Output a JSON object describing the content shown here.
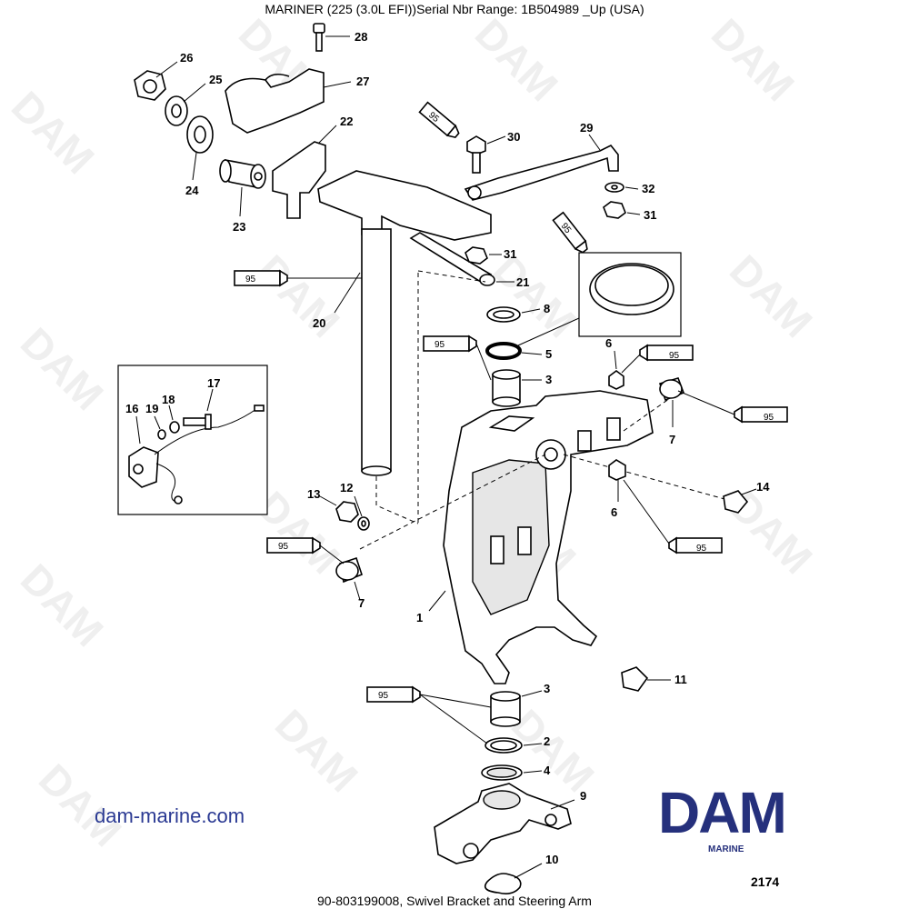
{
  "title": "MARINER (225 (3.0L EFI))Serial Nbr Range: 1B504989 _Up (USA)",
  "caption": "90-803199008, Swivel Bracket and Steering Arm",
  "website": "dam-marine.com",
  "figure_number": "2174",
  "logo": {
    "word": "DAM",
    "subtitle": "MARINE",
    "color": "#25307c"
  },
  "watermark": "DAM",
  "tube_label": "95",
  "callouts": {
    "c1": "1",
    "c2": "2",
    "c3a": "3",
    "c3b": "3",
    "c4": "4",
    "c5": "5",
    "c6a": "6",
    "c6b": "6",
    "c7a": "7",
    "c7b": "7",
    "c8": "8",
    "c9": "9",
    "c10": "10",
    "c11": "11",
    "c12": "12",
    "c13": "13",
    "c14": "14",
    "c16": "16",
    "c17": "17",
    "c18": "18",
    "c19": "19",
    "c20": "20",
    "c21": "21",
    "c22": "22",
    "c23": "23",
    "c24": "24",
    "c25": "25",
    "c26": "26",
    "c27": "27",
    "c28": "28",
    "c29": "29",
    "c30": "30",
    "c31a": "31",
    "c31b": "31",
    "c32": "32"
  }
}
